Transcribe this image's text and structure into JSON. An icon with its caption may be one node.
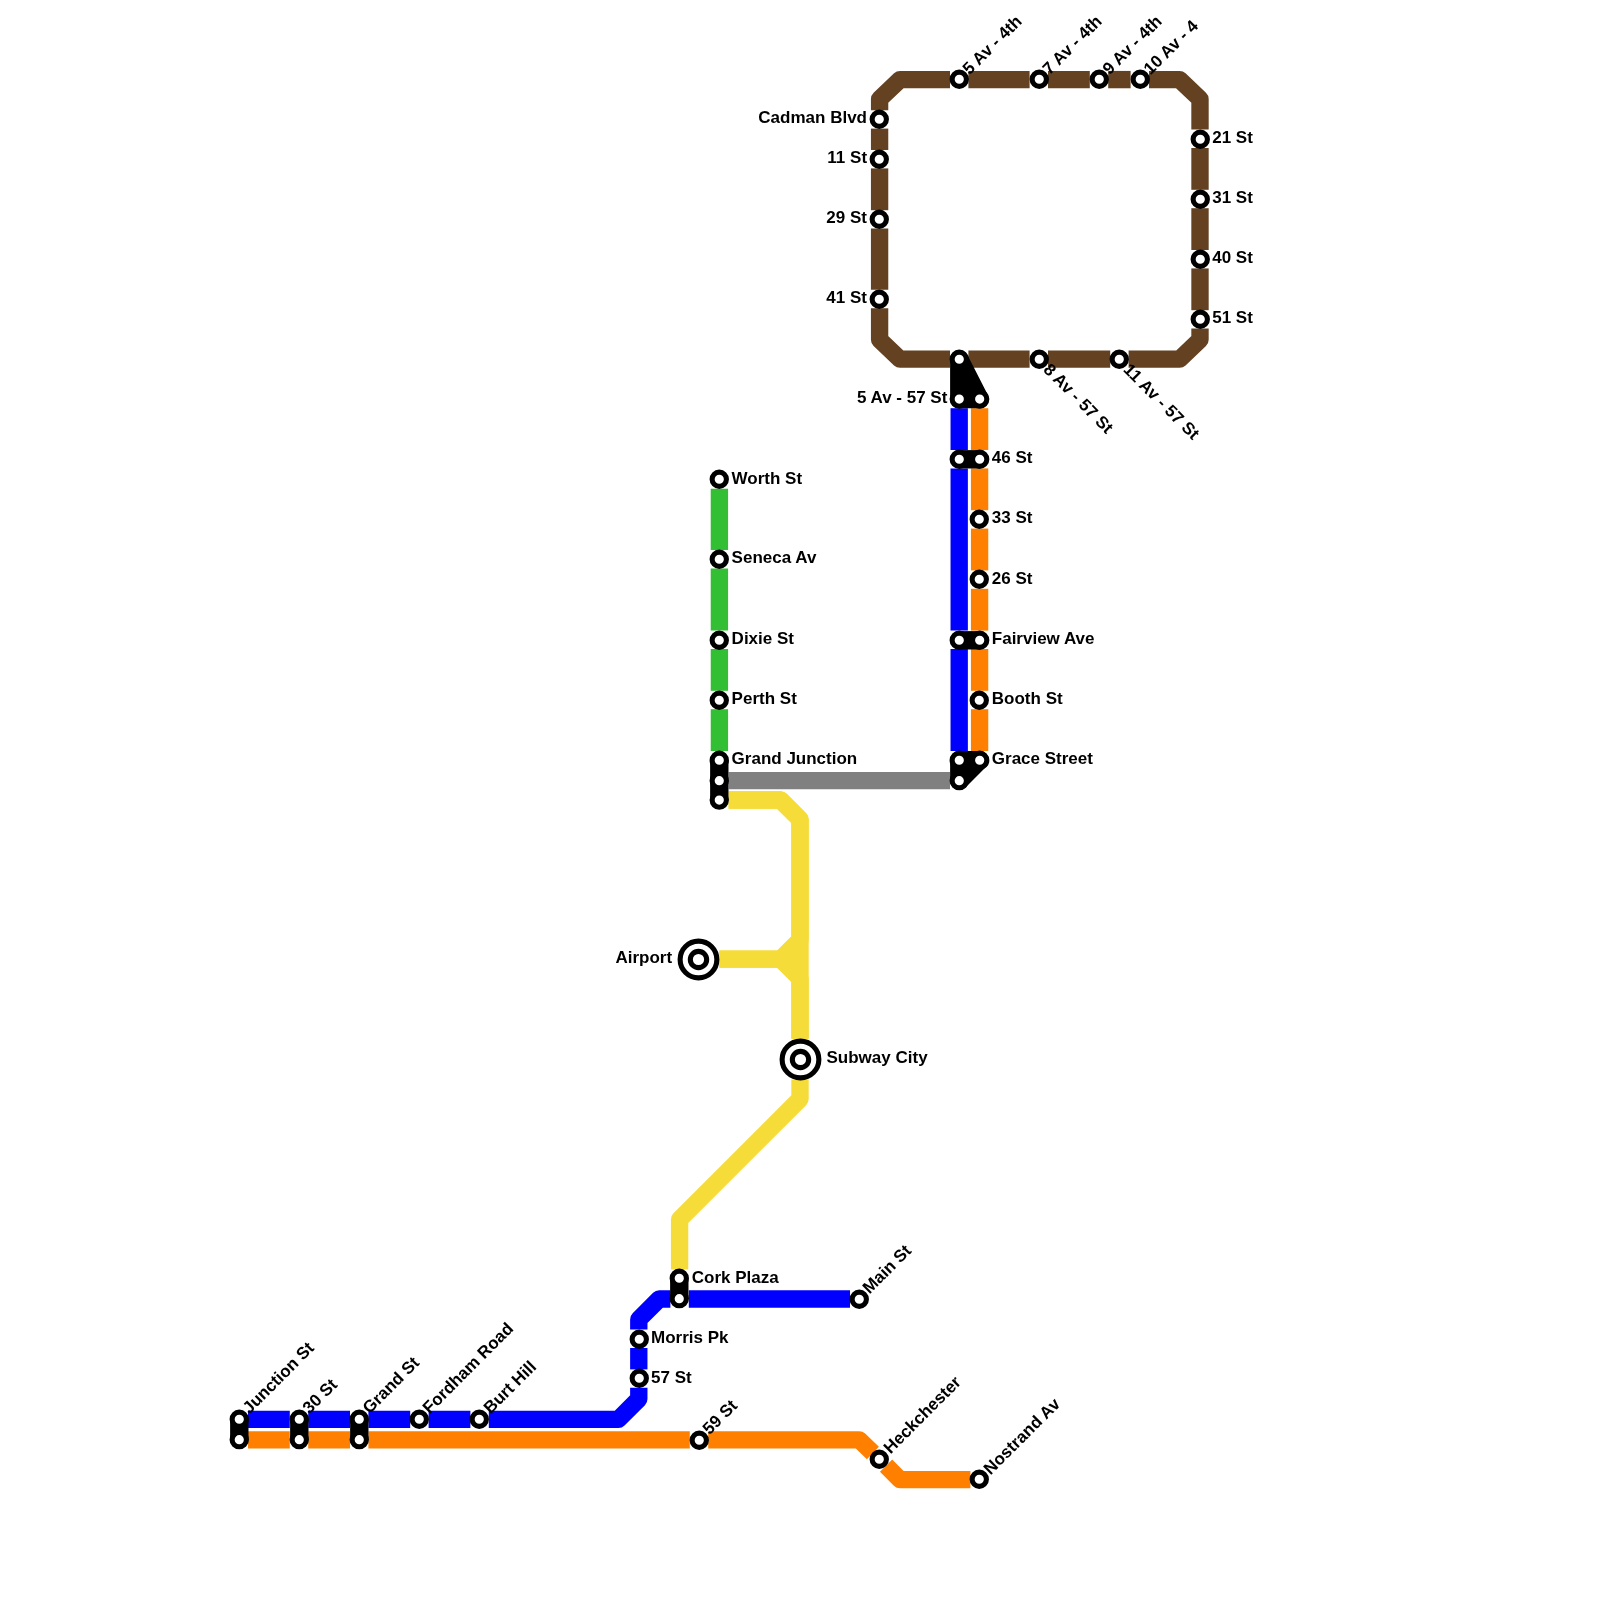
{
  "diagram": {
    "nodes": [
      {
        "text": [
          "Cadman Blvd"
        ]
      },
      {
        "text": [
          "11 St"
        ]
      },
      {
        "text": [
          "29 St"
        ]
      },
      {
        "text": [
          "41 St"
        ]
      },
      {
        "text": [
          "5 Av - 57 St"
        ]
      },
      {
        "text": [
          "8 Av - 57 St"
        ]
      },
      {
        "text": [
          "11 Av - 57 St"
        ]
      },
      {
        "text": [
          "51 St"
        ]
      },
      {
        "text": [
          "40 St"
        ]
      },
      {
        "text": [
          "31 St"
        ]
      },
      {
        "text": [
          "21 St"
        ]
      },
      {
        "text": [
          "10 Av - 4"
        ]
      },
      {
        "text": [
          "9 Av - 4th"
        ]
      },
      {
        "text": [
          "7 Av - 4th"
        ]
      },
      {
        "text": [
          "5 Av - 4th"
        ]
      },
      {
        "text": [
          "46 St"
        ]
      },
      {
        "text": [
          "33 St"
        ]
      },
      {
        "text": [
          "26 St"
        ]
      },
      {
        "text": [
          "Fairview Ave"
        ]
      },
      {
        "text": [
          "Booth St"
        ]
      },
      {
        "text": [
          "Grace Street"
        ]
      },
      {
        "text": [
          "Worth St"
        ]
      },
      {
        "text": [
          "Seneca Av"
        ]
      },
      {
        "text": [
          "Dixie St"
        ]
      },
      {
        "text": [
          "Perth St"
        ]
      },
      {
        "text": [
          "Grand Junction"
        ]
      },
      {
        "text": [
          "Airport"
        ]
      },
      {
        "text": [
          "Subway City"
        ]
      },
      {
        "text": [
          "Cork Plaza"
        ]
      },
      {
        "text": [
          "Main St"
        ]
      },
      {
        "text": [
          "Morris Pk"
        ]
      },
      {
        "text": [
          "57 St"
        ]
      },
      {
        "text": [
          "Burt Hill"
        ]
      },
      {
        "text": [
          "Fordham Road"
        ]
      },
      {
        "text": [
          "Grand St"
        ]
      },
      {
        "text": [
          "30 St"
        ]
      },
      {
        "text": [
          "Junction St"
        ]
      },
      {
        "text": [
          "59 St"
        ]
      },
      {
        "text": [
          "Heckchester"
        ]
      },
      {
        "text": [
          "Nostrand Av"
        ]
      }
    ],
    "edges": [
      {
        "from": 0,
        "to": 1,
        "arrow": "none",
        "color": "#634121"
      },
      {
        "from": 1,
        "to": 2,
        "arrow": "none",
        "color": "#634121"
      },
      {
        "from": 2,
        "to": 3,
        "arrow": "none",
        "color": "#634121"
      },
      {
        "from": 3,
        "to": 4,
        "arrow": "none",
        "color": "#634121"
      },
      {
        "from": 4,
        "to": 5,
        "arrow": "none",
        "color": "#634121"
      },
      {
        "from": 5,
        "to": 6,
        "arrow": "none",
        "color": "#634121"
      },
      {
        "from": 6,
        "to": 7,
        "arrow": "none",
        "color": "#634121"
      },
      {
        "from": 7,
        "to": 8,
        "arrow": "none",
        "color": "#634121"
      },
      {
        "from": 8,
        "to": 9,
        "arrow": "none",
        "color": "#634121"
      },
      {
        "from": 9,
        "to": 10,
        "arrow": "none",
        "color": "#634121"
      },
      {
        "from": 10,
        "to": 11,
        "arrow": "none",
        "color": "#634121"
      },
      {
        "from": 11,
        "to": 12,
        "arrow": "none",
        "color": "#634121"
      },
      {
        "from": 12,
        "to": 13,
        "arrow": "none",
        "color": "#634121"
      },
      {
        "from": 13,
        "to": 14,
        "arrow": "none",
        "color": "#634121"
      },
      {
        "from": 14,
        "to": 0,
        "arrow": "none",
        "color": "#634121"
      },
      {
        "from": 4,
        "to": 15,
        "arrow": "none",
        "color": "#0000ff"
      },
      {
        "from": 15,
        "to": 18,
        "arrow": "none",
        "color": "#0000ff"
      },
      {
        "from": 18,
        "to": 20,
        "arrow": "none",
        "color": "#0000ff"
      },
      {
        "from": 4,
        "to": 15,
        "arrow": "none",
        "color": "#ff8000"
      },
      {
        "from": 15,
        "to": 16,
        "arrow": "none",
        "color": "#ff8000"
      },
      {
        "from": 16,
        "to": 17,
        "arrow": "none",
        "color": "#ff8000"
      },
      {
        "from": 17,
        "to": 18,
        "arrow": "none",
        "color": "#ff8000"
      },
      {
        "from": 18,
        "to": 19,
        "arrow": "none",
        "color": "#ff8000"
      },
      {
        "from": 19,
        "to": 20,
        "arrow": "none",
        "color": "#ff8000"
      },
      {
        "from": 20,
        "to": 25,
        "arrow": "none",
        "color": "#808080"
      },
      {
        "from": 21,
        "to": 22,
        "arrow": "none",
        "color": "#33bf33"
      },
      {
        "from": 22,
        "to": 23,
        "arrow": "none",
        "color": "#33bf33"
      },
      {
        "from": 23,
        "to": 24,
        "arrow": "none",
        "color": "#33bf33"
      },
      {
        "from": 24,
        "to": 25,
        "arrow": "none",
        "color": "#33bf33"
      },
      {
        "from": 25,
        "to": 27,
        "arrow": "none",
        "color": "#f5dc38"
      },
      {
        "from": 26,
        "to": 25,
        "arrow": "none",
        "color": "#f5dc38"
      },
      {
        "from": 26,
        "to": 27,
        "arrow": "none",
        "color": "#f5dc38"
      },
      {
        "from": 27,
        "to": 28,
        "arrow": "none",
        "color": "#f5dc38"
      },
      {
        "from": 29,
        "to": 28,
        "arrow": "none",
        "color": "#0000ff"
      },
      {
        "from": 28,
        "to": 30,
        "arrow": "none",
        "color": "#0000ff"
      },
      {
        "from": 30,
        "to": 31,
        "arrow": "none",
        "color": "#0000ff"
      },
      {
        "from": 31,
        "to": 32,
        "arrow": "none",
        "color": "#0000ff"
      },
      {
        "from": 32,
        "to": 33,
        "arrow": "none",
        "color": "#0000ff"
      },
      {
        "from": 33,
        "to": 34,
        "arrow": "none",
        "color": "#0000ff"
      },
      {
        "from": 34,
        "to": 35,
        "arrow": "none",
        "color": "#0000ff"
      },
      {
        "from": 35,
        "to": 36,
        "arrow": "none",
        "color": "#0000ff"
      },
      {
        "from": 36,
        "to": 35,
        "arrow": "none",
        "color": "#ff8000"
      },
      {
        "from": 35,
        "to": 34,
        "arrow": "none",
        "color": "#ff8000"
      },
      {
        "from": 34,
        "to": 37,
        "arrow": "none",
        "color": "#ff8000"
      },
      {
        "from": 37,
        "to": 38,
        "arrow": "none",
        "color": "#ff8000"
      },
      {
        "from": 38,
        "to": 39,
        "arrow": "none",
        "color": "#ff8000"
      }
    ]
  }
}
